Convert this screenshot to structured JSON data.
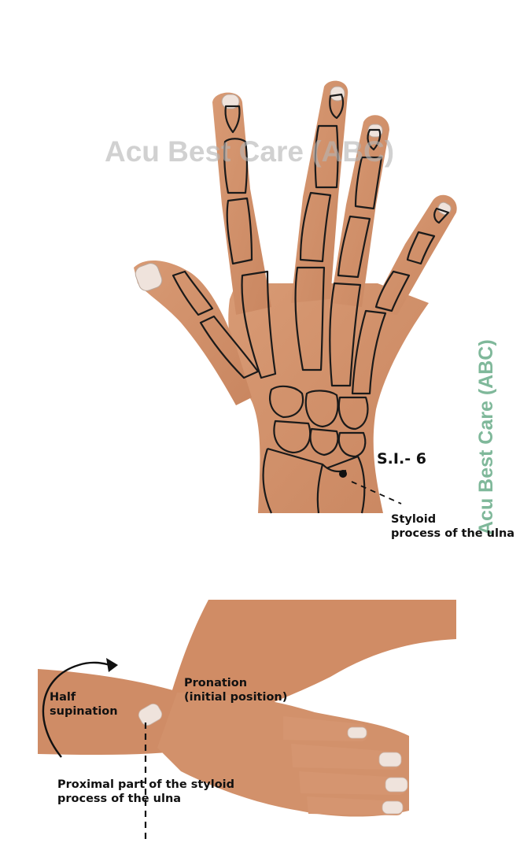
{
  "watermark": {
    "horizontal": "Acu Best Care (ABC)",
    "vertical": "Acu Best Care (ABC)",
    "vertical_color": "#7fb89a"
  },
  "top_figure": {
    "point_label": "S.I.- 6",
    "landmark_label": "Styloid\nprocess of the ulna"
  },
  "bottom_figure": {
    "rotation_label": "Half\nsupination",
    "start_label": "Pronation\n(initial position)",
    "landmark_label": "Proximal part of the styloid\nprocess of the ulna"
  },
  "colors": {
    "skin": "#d4906a",
    "skin_shadow": "#c07a55",
    "bone_line": "#1a1a1a",
    "nail": "#efe3dc"
  }
}
